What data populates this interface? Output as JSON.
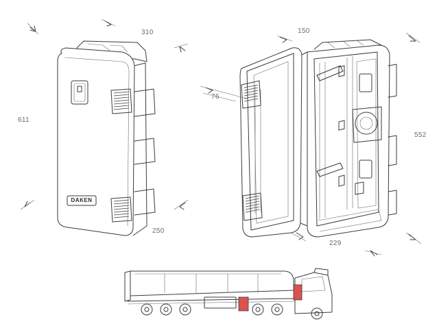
{
  "dimensions": {
    "closed_width": "310",
    "closed_height": "611",
    "closed_depth": "250",
    "open_width": "150",
    "open_height": "552",
    "open_depth": "229",
    "hinge_offset": "76"
  },
  "brand_plate": "DAKEN",
  "colors": {
    "line": "#3a3a3a",
    "highlight": "#d9534f"
  }
}
